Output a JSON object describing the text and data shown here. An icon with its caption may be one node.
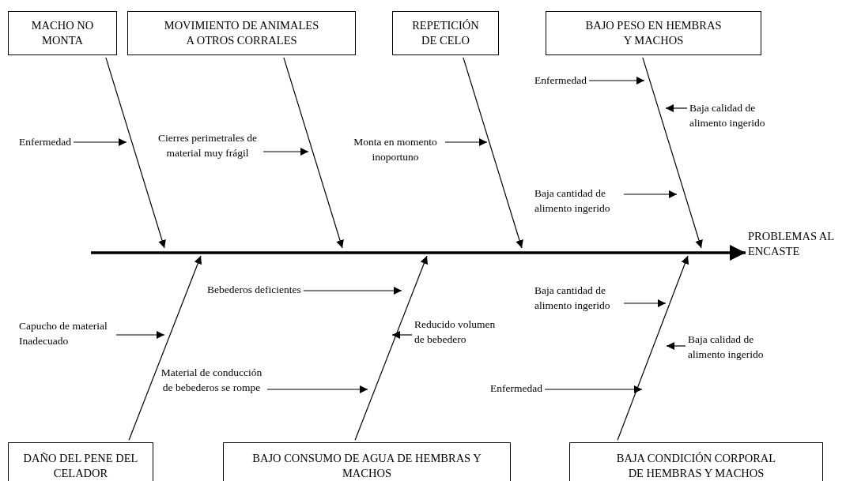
{
  "diagram": {
    "nodes": [
      {
        "text": [
          "MACHO NO MONTA"
        ]
      },
      {
        "text": [
          "MOVIMIENTO DE ANIMALES A OTROS CORRALES"
        ]
      },
      {
        "text": [
          "REPETICIÓN DE CELO"
        ]
      },
      {
        "text": [
          "BAJO PESO EN HEMBRAS Y MACHOS"
        ]
      },
      {
        "text": [
          "PROBLEMAS AL ENCASTE"
        ]
      },
      {
        "text": [
          "DAÑO DEL PENE DEL CELADOR"
        ]
      },
      {
        "text": [
          "BAJO CONSUMO DE AGUA DE HEMBRAS Y MACHOS"
        ]
      },
      {
        "text": [
          "BAJA CONDICIÓN CORPORAL DE HEMBRAS Y MACHOS"
        ]
      },
      {
        "text": [
          "Enfermedad"
        ]
      },
      {
        "text": [
          "Cierres perimetrales de material muy frágil"
        ]
      },
      {
        "text": [
          "Monta en momento inoportuno"
        ]
      },
      {
        "text": [
          "Enfermedad"
        ]
      },
      {
        "text": [
          "Baja calidad de alimento ingerido"
        ]
      },
      {
        "text": [
          "Baja cantidad de alimento ingerido"
        ]
      },
      {
        "text": [
          "Capucho de material Inadecuado"
        ]
      },
      {
        "text": [
          "Bebederos deficientes"
        ]
      },
      {
        "text": [
          "Reducido volumen de bebedero"
        ]
      },
      {
        "text": [
          "Material de conducción de bebederos se rompe"
        ]
      },
      {
        "text": [
          "Baja cantidad de alimento ingerido"
        ]
      },
      {
        "text": [
          "Baja calidad de alimento ingerido"
        ]
      },
      {
        "text": [
          "Enfermedad"
        ]
      }
    ],
    "edges": [
      {
        "from": 0,
        "to": null,
        "arrow": "to"
      },
      {
        "from": 1,
        "to": null,
        "arrow": "to"
      },
      {
        "from": 2,
        "to": null,
        "arrow": "to"
      },
      {
        "from": 3,
        "to": null,
        "arrow": "to"
      },
      {
        "from": null,
        "to": 4,
        "arrow": "to",
        "style": "thick"
      },
      {
        "from": 5,
        "to": null,
        "arrow": "to"
      },
      {
        "from": 6,
        "to": null,
        "arrow": "to"
      },
      {
        "from": 7,
        "to": null,
        "arrow": "to"
      },
      {
        "from": 8,
        "to": null,
        "arrow": "to"
      },
      {
        "from": 9,
        "to": null,
        "arrow": "to"
      },
      {
        "from": 10,
        "to": null,
        "arrow": "to"
      },
      {
        "from": 11,
        "to": null,
        "arrow": "to"
      },
      {
        "from": 12,
        "to": null,
        "arrow": "to"
      },
      {
        "from": 13,
        "to": null,
        "arrow": "to"
      },
      {
        "from": 14,
        "to": null,
        "arrow": "to"
      },
      {
        "from": 15,
        "to": null,
        "arrow": "to"
      },
      {
        "from": 16,
        "to": null,
        "arrow": "to"
      },
      {
        "from": 17,
        "to": null,
        "arrow": "to"
      },
      {
        "from": 18,
        "to": null,
        "arrow": "to"
      },
      {
        "from": 19,
        "to": null,
        "arrow": "to"
      },
      {
        "from": 20,
        "to": null,
        "arrow": "to"
      }
    ]
  }
}
